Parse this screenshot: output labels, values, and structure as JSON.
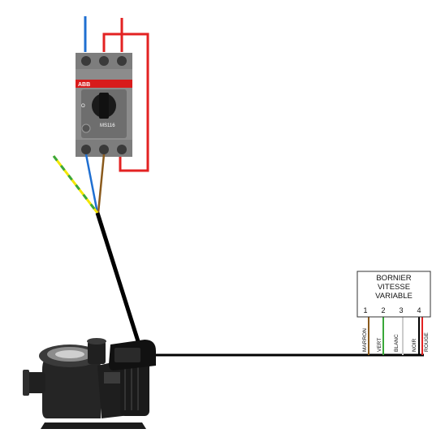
{
  "breaker": {
    "brand": "ABB",
    "model": "MS116"
  },
  "terminal_block": {
    "title_lines": [
      "BORNIER",
      "VITESSE",
      "VARIABLE"
    ],
    "numbers": [
      "1",
      "2",
      "3",
      "4"
    ]
  },
  "wire_labels": [
    "MARRON",
    "VERT",
    "BLANC",
    "NOIR",
    "ROUGE"
  ],
  "colors": {
    "phase_blue": "#1f6fd1",
    "phase_red": "#e32222",
    "earth_yellow": "#f2e600",
    "earth_green": "#3aa83a",
    "brown": "#8a5a1c",
    "cable_black": "#000000",
    "wire_white": "#cccccc"
  }
}
